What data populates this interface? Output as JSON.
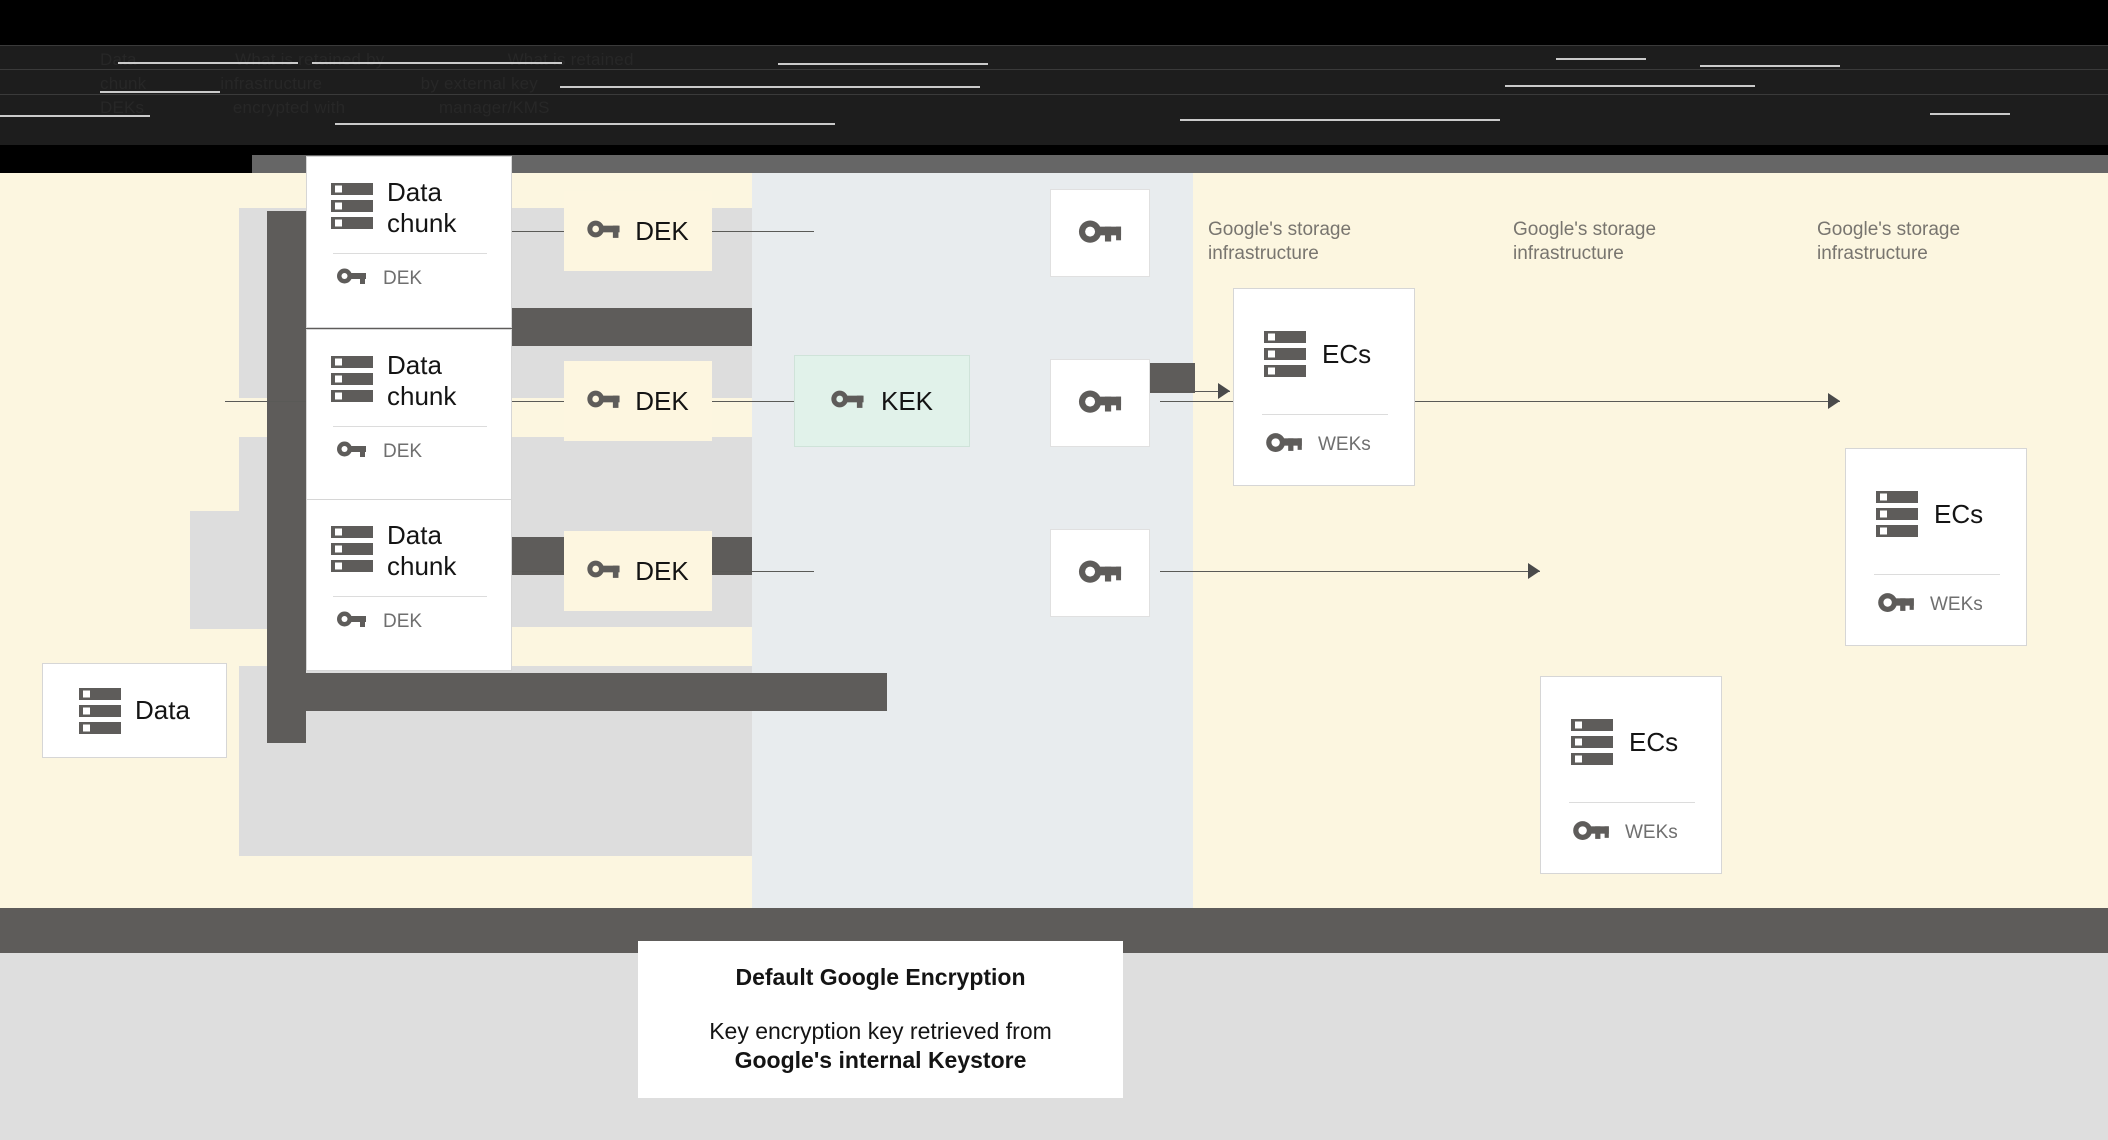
{
  "header": {
    "obscured_note": "dark illegible header text",
    "lines": [
      "Data                    What is retained by                         What is retained",
      "chunk               infrastructure                    by external key",
      "DEKs                  encrypted with                   manager/KMS"
    ]
  },
  "diagram": {
    "title_hint": "Default Google Encryption flow",
    "source": {
      "label": "Data",
      "icon": "server-stack-icon"
    },
    "chunks": [
      {
        "title": "Data chunk",
        "key_label": "DEK",
        "key_icon": "key-icon"
      },
      {
        "title": "Data chunk",
        "key_label": "DEK",
        "key_icon": "key-icon"
      },
      {
        "title": "Data chunk",
        "key_label": "DEK",
        "key_icon": "key-icon"
      }
    ],
    "dek_boxes": [
      {
        "label": "DEK",
        "icon": "key-icon"
      },
      {
        "label": "DEK",
        "icon": "key-icon"
      },
      {
        "label": "DEK",
        "icon": "key-icon"
      }
    ],
    "kek": {
      "label": "KEK",
      "icon": "key-icon"
    },
    "wrapped_keys": [
      {
        "icon": "key-outline-icon"
      },
      {
        "icon": "key-outline-icon"
      },
      {
        "icon": "key-outline-icon"
      }
    ],
    "storage_labels": [
      "Google's storage infrastructure",
      "Google's storage infrastructure",
      "Google's storage infrastructure"
    ],
    "ec_boxes": [
      {
        "title": "ECs",
        "key_label": "WEKs",
        "icon": "server-stack-icon",
        "key_icon": "key-outline-icon"
      },
      {
        "title": "ECs",
        "key_label": "WEKs",
        "icon": "server-stack-icon",
        "key_icon": "key-outline-icon"
      },
      {
        "title": "ECs",
        "key_label": "WEKs",
        "icon": "server-stack-icon",
        "key_icon": "key-outline-icon"
      }
    ]
  },
  "caption": {
    "title": "Default Google Encryption",
    "line1": "Key encryption key retrieved from",
    "line2": "Google's internal Keystore"
  },
  "colors": {
    "canvas_cream": "#fcf6e0",
    "panel_blue": "#e8ecee",
    "lane_grey": "#dddddd",
    "dark_grey": "#5e5c5a",
    "dek_cream": "#fdf6e0",
    "kek_green": "#e1f2ea",
    "bottom_grey": "#dedede",
    "text_dark": "#141414",
    "text_muted": "#78756f"
  }
}
